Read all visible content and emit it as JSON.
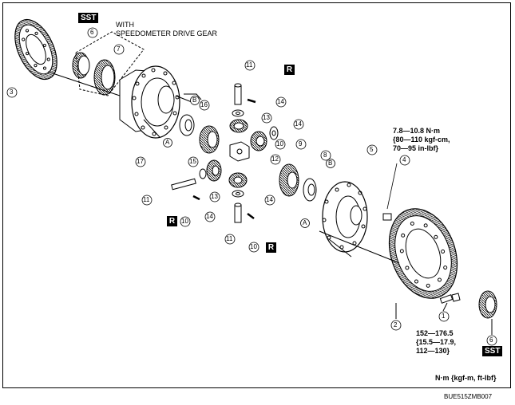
{
  "labels": {
    "sst": "SST",
    "r": "R",
    "with_speedo_line1": "WITH",
    "with_speedo_line2": "SPEEDOMETER DRIVE GEAR",
    "torque_4_line1": "7.8—10.8 N·m",
    "torque_4_line2": "{80—110 kgf-cm,",
    "torque_4_line3": "70—95 in-lbf}",
    "torque_1_line1": "152—176.5",
    "torque_1_line2": "{15.5—17.9,",
    "torque_1_line3": "112—130}",
    "unit": "N·m {kgf-m, ft-lbf}",
    "code": "BUE515ZMB007"
  },
  "part_numbers": {
    "p1": "1",
    "p2": "2",
    "p3": "3",
    "p4": "4",
    "p5": "5",
    "p6a": "6",
    "p6b": "6",
    "p7": "7",
    "p8": "8",
    "p9": "9",
    "p10a": "10",
    "p10b": "10",
    "p10c": "10",
    "p11a": "11",
    "p11b": "11",
    "p11c": "11",
    "p12": "12",
    "p13a": "13",
    "p13b": "13",
    "p14a": "14",
    "p14b": "14",
    "p14c": "14",
    "p14d": "14",
    "p15": "15",
    "p16": "16",
    "p17": "17"
  },
  "ref_letters": {
    "a1": "A",
    "a2": "A",
    "b1": "B",
    "b2": "B"
  }
}
